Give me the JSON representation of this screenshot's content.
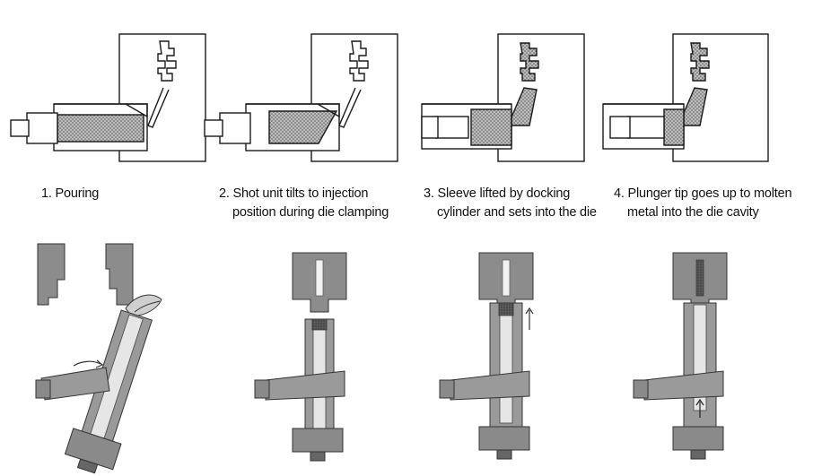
{
  "steps": [
    {
      "label_line1": "1. Pouring",
      "label_line2": ""
    },
    {
      "label_line1": "2. Shot unit tilts to injection",
      "label_line2": "position during die clamping"
    },
    {
      "label_line1": "3. Sleeve lifted by docking",
      "label_line2": "cylinder and sets into the die"
    },
    {
      "label_line1": "4. Plunger tip goes up to molten",
      "label_line2": "metal into the die cavity"
    }
  ],
  "colors": {
    "line": "#1a1a1a",
    "die_gray": "#8c8c8c",
    "machine_gray": "#9a9a9a",
    "dark_part": "#4a4a4a",
    "light_part": "#e6e6e6",
    "stipple": "#9c9c9c"
  }
}
